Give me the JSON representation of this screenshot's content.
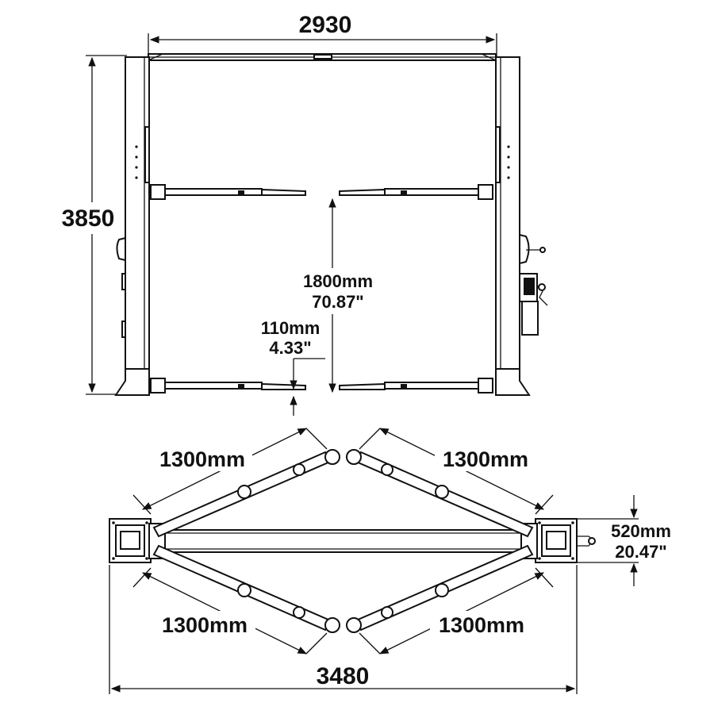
{
  "top_view": {
    "overall_width": "2930",
    "overall_height": "3850",
    "arm_height_mm": "1800mm",
    "arm_height_in": "70.87\"",
    "min_height_mm": "110mm",
    "min_height_in": "4.33\""
  },
  "plan_view": {
    "arm_upper_left": "1300mm",
    "arm_upper_right": "1300mm",
    "arm_lower_left": "1300mm",
    "arm_lower_right": "1300mm",
    "base_width": "3480",
    "column_depth_mm": "520mm",
    "column_depth_in": "20.47\""
  },
  "colors": {
    "ink": "#111111",
    "background": "#ffffff"
  }
}
